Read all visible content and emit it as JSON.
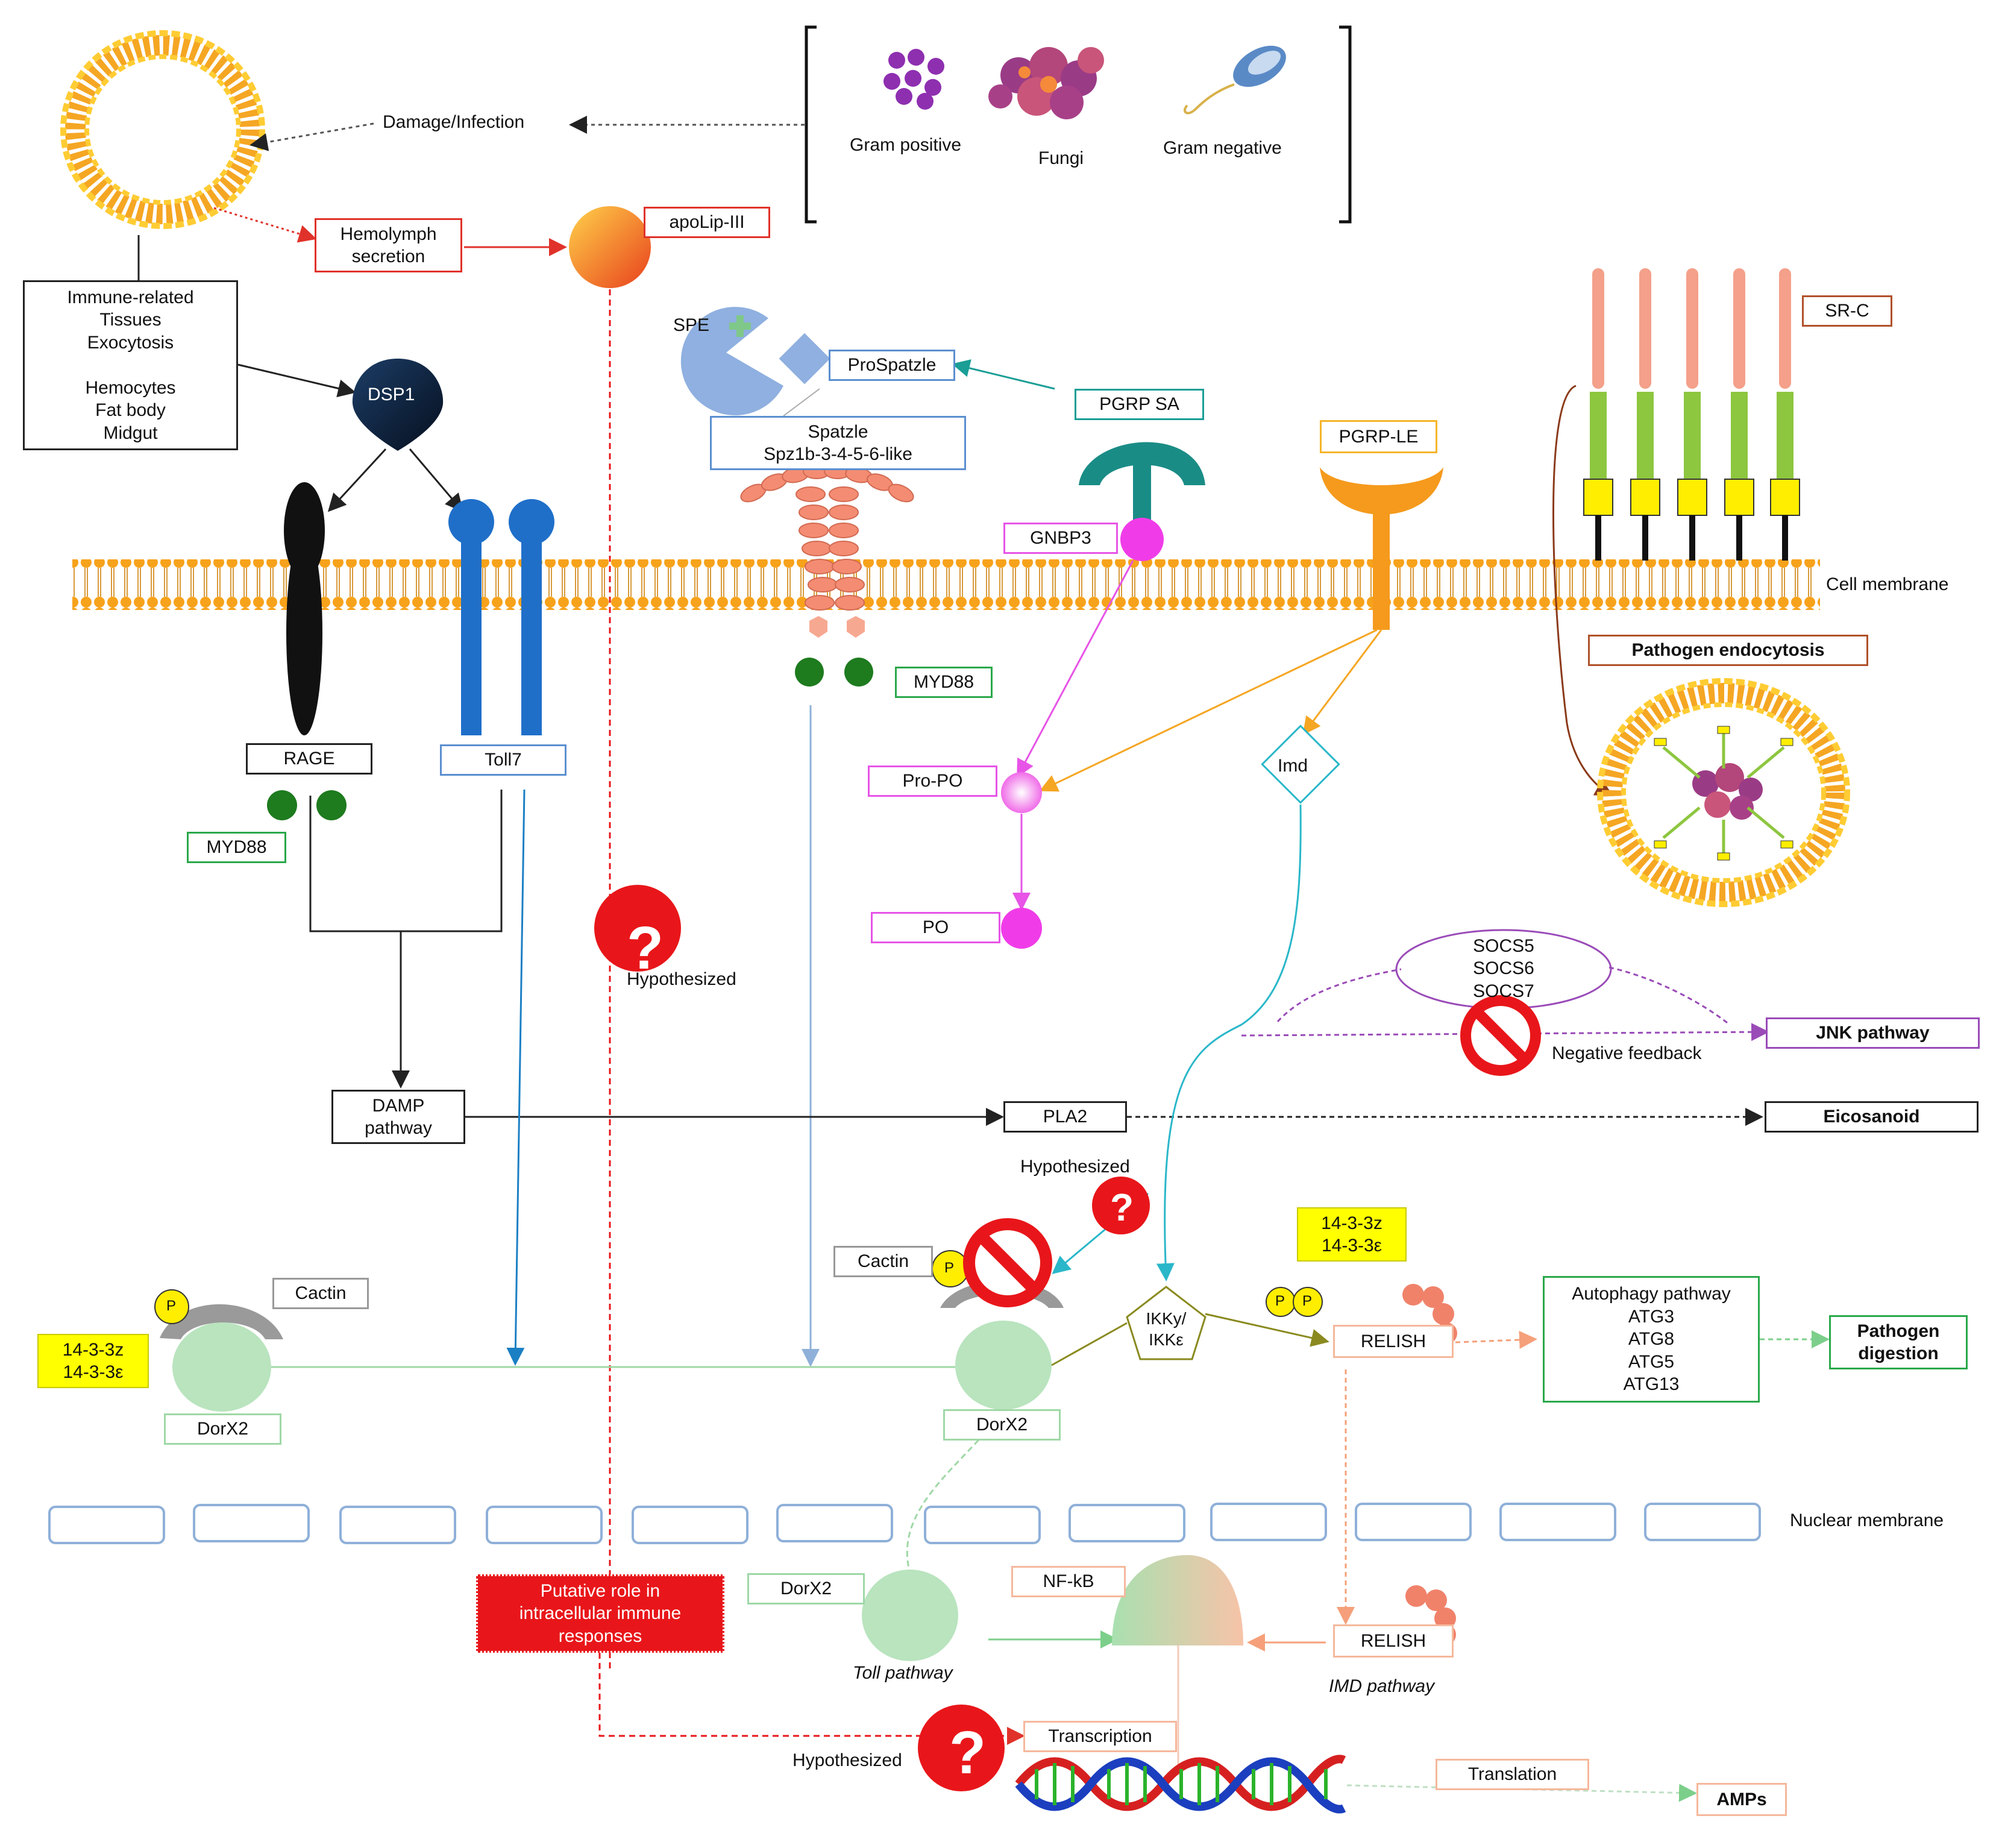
{
  "labels": {
    "damage_infection": "Damage/Infection",
    "gram_positive": "Gram positive",
    "fungi": "Fungi",
    "gram_negative": "Gram negative",
    "hemolymph_secretion": "Hemolymph\nsecretion",
    "apolip": "apoLip-III",
    "immune_tissues": "Immune-related\nTissues\nExocytosis\n\nHemocytes\nFat body\nMidgut",
    "dsp1": "DSP1",
    "spe": "SPE",
    "prospatzle": "ProSpatzle",
    "spatzle": "Spatzle\nSpz1b-3-4-5-6-like",
    "pgrp_sa": "PGRP SA",
    "gnbp3": "GNBP3",
    "pgrp_le": "PGRP-LE",
    "sr_c": "SR-C",
    "cell_membrane": "Cell membrane",
    "pathogen_endocytosis": "Pathogen endocytosis",
    "rage": "RAGE",
    "toll7": "Toll7",
    "myd88_left": "MYD88",
    "myd88_mid": "MYD88",
    "pro_po": "Pro-PO",
    "po": "PO",
    "imd": "Imd",
    "hypothesized_1": "Hypothesized",
    "socs": "SOCS5\nSOCS6\nSOCS7",
    "jnk_pathway": "JNK pathway",
    "negative_feedback": "Negative feedback",
    "damp_pathway": "DAMP\npathway",
    "pla2": "PLA2",
    "eicosanoid": "Eicosanoid",
    "hypothesized_2": "Hypothesized",
    "p": "P",
    "cactin_left": "Cactin",
    "cactin_mid": "Cactin",
    "yellow_left": "14-3-3z\n14-3-3ε",
    "yellow_right": "14-3-3z\n14-3-3ε",
    "dorx2_left": "DorX2",
    "dorx2_mid": "DorX2",
    "dorx2_nuc": "DorX2",
    "ikk": "IKKy/\nIKKε",
    "relish_top": "RELISH",
    "relish_nuc": "RELISH",
    "autophagy": "Autophagy pathway\nATG3\nATG8\nATG5\nATG13",
    "pathogen_digestion": "Pathogen\ndigestion",
    "nuclear_membrane": "Nuclear membrane",
    "putative": "Putative role in\nintracellular immune\nresponses",
    "nfkb": "NF-kB",
    "toll_pathway": "Toll pathway",
    "imd_pathway": "IMD pathway",
    "hypothesized_3": "Hypothesized",
    "transcription": "Transcription",
    "translation": "Translation",
    "amps": "AMPs",
    "question_mark": "?"
  },
  "colors": {
    "membrane_orange": "#f5a623",
    "toll_blue": "#1f6fc9",
    "rage_black": "#111111",
    "myd88_green": "#1e7b1e",
    "pgrp_sa_teal": "#1a8c86",
    "gnbp3_magenta": "#f03ce8",
    "pgrp_le_orange": "#f59a1c",
    "src_green": "#8dc63f",
    "src_yellow": "#ffee00",
    "src_salmon": "#f4a08a",
    "dorx2_green": "#b9e4be",
    "hypothesis_red": "#e8161a",
    "apolip_gradient": "#f37021"
  },
  "icons": {
    "question": "question-mark-circle-icon",
    "no_entry": "prohibited-sign-icon"
  }
}
